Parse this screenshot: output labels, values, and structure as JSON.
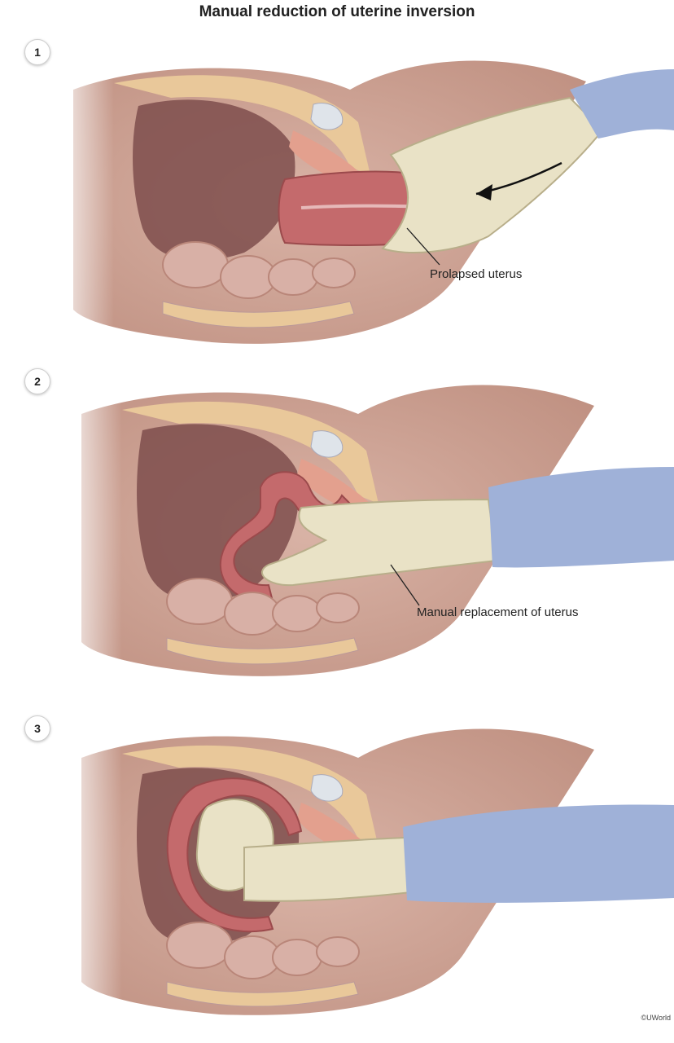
{
  "title": "Manual reduction of uterine inversion",
  "steps": [
    {
      "number": "1",
      "callout": "Prolapsed uterus"
    },
    {
      "number": "2",
      "callout": "Manual replacement of uterus"
    },
    {
      "number": "3",
      "callout": ""
    }
  ],
  "copyright": "©UWorld",
  "colors": {
    "skin": "#c8a092",
    "cavity": "#7e4e4c",
    "uterus": "#c46a6c",
    "fat": "#e9c89a",
    "bowel": "#d8b0a6",
    "glove": "#e9e2c6",
    "sleeve": "#9fb1d8"
  }
}
